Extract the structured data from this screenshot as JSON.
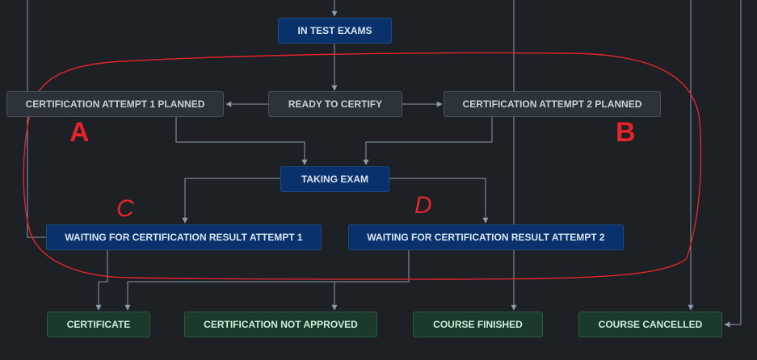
{
  "diagram": {
    "colors": {
      "status_in_progress": "#09326c",
      "status_todo": "#2c333a",
      "status_done": "#1c3a2c",
      "connector": "#8c9bab",
      "annotation": "#e3242b"
    },
    "statuses": {
      "in_test_exams": "IN TEST EXAMS",
      "ready_to_certify": "READY TO CERTIFY",
      "attempt_1_planned": "CERTIFICATION ATTEMPT 1 PLANNED",
      "attempt_2_planned": "CERTIFICATION ATTEMPT 2 PLANNED",
      "taking_exam": "TAKING EXAM",
      "waiting_attempt_1": "WAITING FOR CERTIFICATION RESULT ATTEMPT 1",
      "waiting_attempt_2": "WAITING FOR CERTIFICATION RESULT ATTEMPT 2",
      "certificate": "CERTIFICATE",
      "not_approved": "CERTIFICATION NOT APPROVED",
      "course_finished": "COURSE FINISHED",
      "course_cancelled": "COURSE CANCELLED"
    },
    "annotations": {
      "a": "A",
      "b": "B",
      "c": "C",
      "d": "D"
    }
  }
}
